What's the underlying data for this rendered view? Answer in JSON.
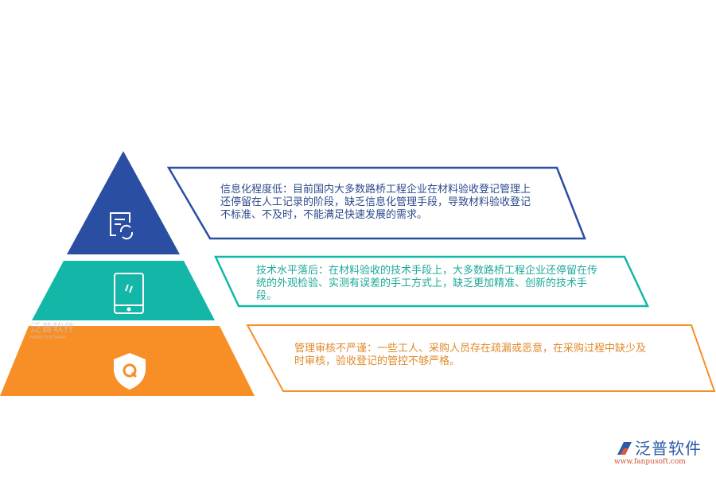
{
  "colors": {
    "blue": "#2a4ea2",
    "teal": "#14b7a7",
    "orange": "#f78e26"
  },
  "levels": [
    {
      "icon": "document-refresh-icon",
      "text": "信息化程度低：目前国内大多数路桥工程企业在材料验收登记管理上还停留在人工记录的阶段，缺乏信息化管理手段，导致材料验收登记不标准、不及时，不能满足快速发展的需求。"
    },
    {
      "icon": "tablet-icon",
      "text": "技术水平落后：在材料验收的技术手段上，大多数路桥工程企业还停留在传统的外观检验、实测有误差的手工方式上，缺乏更加精准、创新的技术手段。"
    },
    {
      "icon": "shield-q-icon",
      "text": "管理审核不严谨：一些工人、采购人员存在疏漏或恶意，在采购过程中缺少及时审核，验收登记的管控不够严格。"
    }
  ],
  "watermark": {
    "name": "泛普软件",
    "sub": "FANPU SOFTWARE"
  },
  "logo": {
    "name": "泛普软件",
    "url": "www.fanpusoft.com"
  }
}
